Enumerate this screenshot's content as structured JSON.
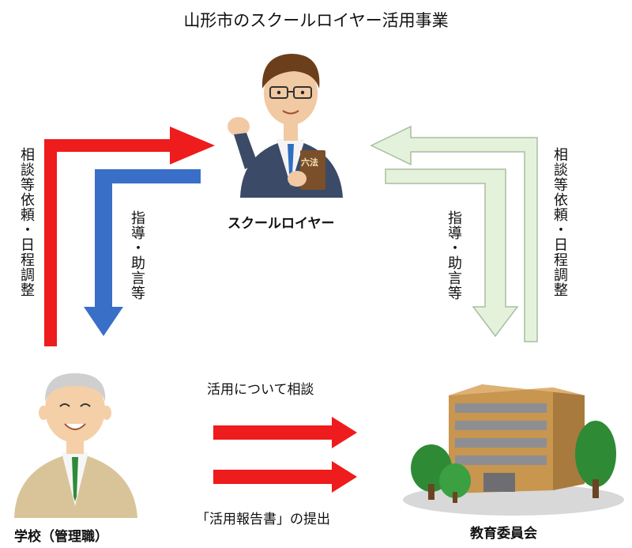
{
  "title": "山形市のスクールロイヤー活用事業",
  "nodes": {
    "lawyer": {
      "label": "スクールロイヤー",
      "book_label": "六法"
    },
    "school": {
      "label": "学校（管理職）"
    },
    "board": {
      "label": "教育委員会"
    }
  },
  "flows": {
    "school_to_lawyer": "相談等依頼・日程調整",
    "lawyer_to_school": "指導・助言等",
    "board_to_lawyer": "相談等依頼・日程調整",
    "lawyer_to_board": "指導・助言等",
    "school_to_board_1": "活用について相談",
    "school_to_board_2": "「活用報告書」の提出"
  },
  "colors": {
    "red": "#ee1c1c",
    "blue": "#3a6fc8",
    "pale_green": "#e4f2dc",
    "pale_green_stroke": "#a9bea0"
  }
}
